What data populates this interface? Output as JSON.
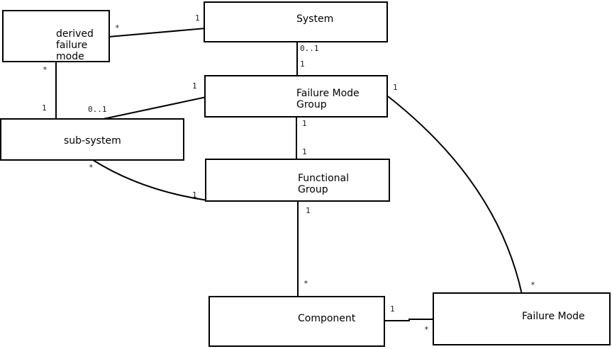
{
  "diagram": {
    "type": "uml-class-association-diagram",
    "colors": {
      "background": "#ffffff",
      "node_fill": "#ffffff",
      "node_border": "#000000",
      "line": "#000000",
      "text": "#000000"
    },
    "nodes": [
      {
        "id": "derived-failure-mode",
        "label": "derived\nfailure\nmode"
      },
      {
        "id": "system",
        "label": "System"
      },
      {
        "id": "failure-mode-group",
        "label": "Failure Mode\nGroup"
      },
      {
        "id": "sub-system",
        "label": "sub-system"
      },
      {
        "id": "functional-group",
        "label": "Functional\nGroup"
      },
      {
        "id": "component",
        "label": "Component"
      },
      {
        "id": "failure-mode",
        "label": "Failure Mode"
      }
    ],
    "edges": [
      {
        "from": "derived-failure-mode",
        "to": "system",
        "m_from": "*",
        "m_to": "1"
      },
      {
        "from": "derived-failure-mode",
        "to": "sub-system",
        "m_from": "*",
        "m_to": "1"
      },
      {
        "from": "sub-system",
        "to": "failure-mode-group",
        "m_from": "0..1",
        "m_to": "1"
      },
      {
        "from": "system",
        "to": "failure-mode-group",
        "m_from": "0..1",
        "m_to": "1"
      },
      {
        "from": "failure-mode-group",
        "to": "functional-group",
        "m_from": "1",
        "m_to": "1"
      },
      {
        "from": "sub-system",
        "to": "functional-group",
        "m_from": "*",
        "m_to": "1"
      },
      {
        "from": "functional-group",
        "to": "component",
        "m_from": "1",
        "m_to": "*"
      },
      {
        "from": "component",
        "to": "failure-mode",
        "m_from": "1",
        "m_to": "*"
      },
      {
        "from": "failure-mode-group",
        "to": "failure-mode",
        "m_from": "1",
        "m_to": "*"
      }
    ]
  }
}
